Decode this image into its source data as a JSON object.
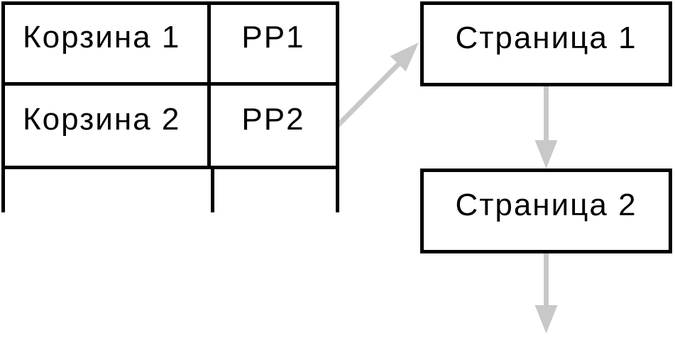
{
  "colors": {
    "arrow": "#C8C8C8",
    "line": "#000000",
    "text": "#000000",
    "background": "#FFFFFF"
  },
  "table": {
    "rows": [
      {
        "basket": "Корзина 1",
        "pp": "PP1"
      },
      {
        "basket": "Корзина 2",
        "pp": "PP2"
      }
    ]
  },
  "pages": [
    {
      "label": "Страница 1"
    },
    {
      "label": "Страница 2"
    }
  ]
}
